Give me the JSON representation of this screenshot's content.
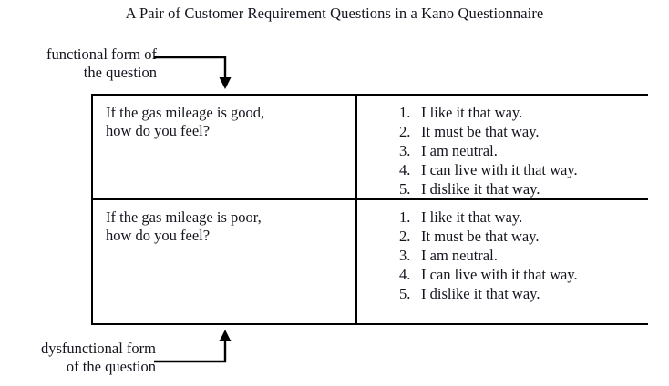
{
  "figure": {
    "title": "A Pair of Customer Requirement Questions in a Kano Questionnaire",
    "text_color": "#14141f",
    "line_color": "#000000",
    "background_color": "#ffffff"
  },
  "annotations": {
    "functional": {
      "name": "functional form of the question",
      "line1": "functional form of",
      "line2": "the question",
      "arrow_direction": "down",
      "points_to": "row-1"
    },
    "dysfunctional": {
      "name": "dysfunctional form of the question",
      "line1": "dysfunctional form",
      "line2": "of the question",
      "arrow_direction": "up",
      "points_to": "row-2"
    }
  },
  "table": {
    "rows": [
      {
        "form": "functional",
        "question_line1": "If the gas mileage is good,",
        "question_line2": "how do you feel?",
        "answers": [
          {
            "num": "1.",
            "text": "I like it that way."
          },
          {
            "num": "2.",
            "text": "It must be that way."
          },
          {
            "num": "3.",
            "text": "I am neutral."
          },
          {
            "num": "4.",
            "text": "I can live with it that way."
          },
          {
            "num": "5.",
            "text": "I dislike it that way."
          }
        ]
      },
      {
        "form": "dysfunctional",
        "question_line1": "If the gas mileage is poor,",
        "question_line2": "how do you feel?",
        "answers": [
          {
            "num": "1.",
            "text": "I like it that way."
          },
          {
            "num": "2.",
            "text": "It must be that way."
          },
          {
            "num": "3.",
            "text": "I am neutral."
          },
          {
            "num": "4.",
            "text": "I can live with it that way."
          },
          {
            "num": "5.",
            "text": "I dislike it that way."
          }
        ]
      }
    ]
  }
}
